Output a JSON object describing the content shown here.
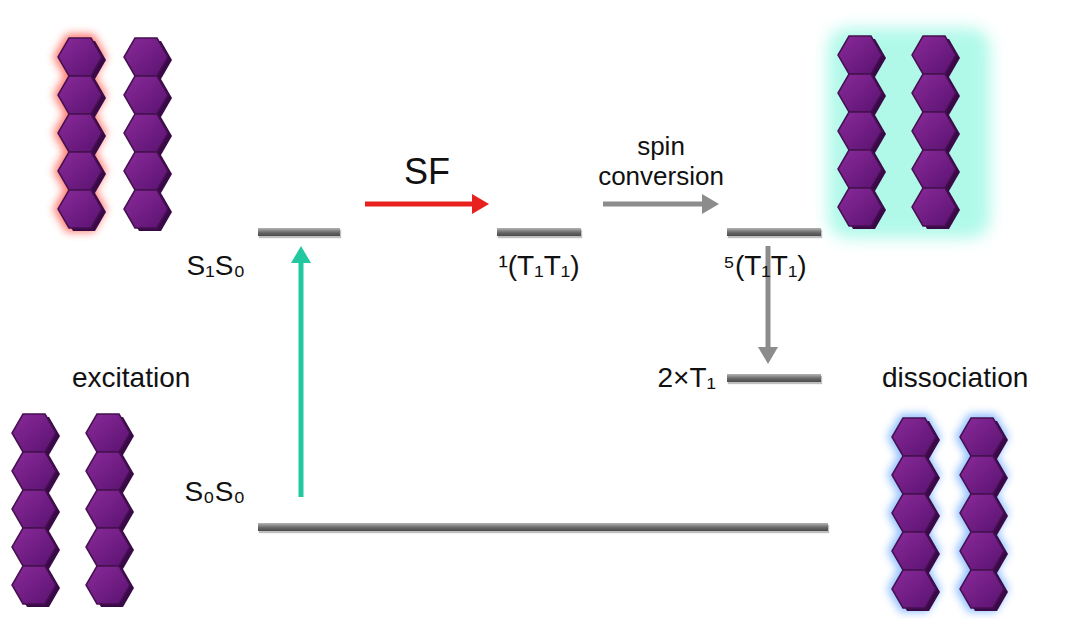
{
  "diagram": {
    "nodes": [
      {
        "text": [
          "S₁S₀"
        ]
      },
      {
        "text": [
          "¹(T₁T₁)"
        ]
      },
      {
        "text": [
          "⁵(T₁T₁)"
        ]
      },
      {
        "text": [
          "2×T₁"
        ]
      },
      {
        "text": [
          "S₀S₀"
        ]
      }
    ],
    "edges": [
      {
        "from": 4,
        "to": 0,
        "arrow": "to"
      },
      {
        "from": 0,
        "to": 1,
        "label": "SF",
        "arrow": "to"
      },
      {
        "from": 1,
        "to": 2,
        "label": "spin conversion",
        "arrow": "to"
      },
      {
        "from": 2,
        "to": 3,
        "arrow": "to"
      }
    ],
    "labels": [
      "excitation",
      "dissociation"
    ]
  }
}
